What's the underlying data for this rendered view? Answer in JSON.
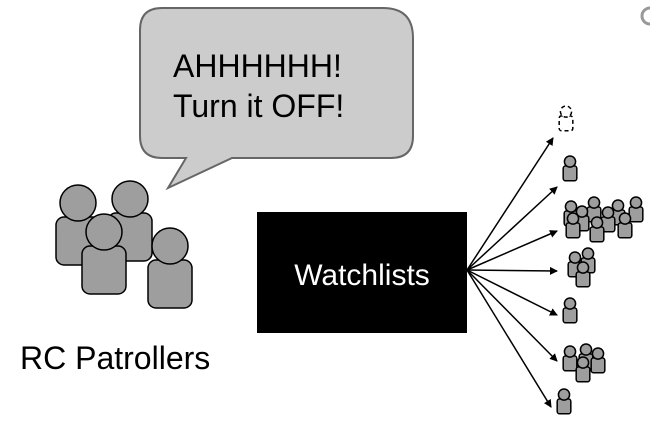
{
  "speech_bubble": {
    "line1": "AHHHHHH!",
    "line2": "Turn it OFF!",
    "fill": "#cccccc",
    "stroke": "#666666"
  },
  "patrollers": {
    "label": "RC Patrollers",
    "person_count": 4
  },
  "watchlists_box": {
    "label": "Watchlists",
    "fill": "#000000",
    "text_color": "#ffffff"
  },
  "person_icon": {
    "fill": "#9e9e9e",
    "stroke": "#000000",
    "name": "person-icon"
  },
  "targets": [
    {
      "name": "target-removed",
      "people": 1,
      "dashed": true
    },
    {
      "name": "target-single-a",
      "people": 1
    },
    {
      "name": "target-large-group",
      "people": 9
    },
    {
      "name": "target-small-group-a",
      "people": 3
    },
    {
      "name": "target-single-b",
      "people": 1
    },
    {
      "name": "target-small-group-b",
      "people": 4
    },
    {
      "name": "target-single-c",
      "people": 1
    }
  ]
}
